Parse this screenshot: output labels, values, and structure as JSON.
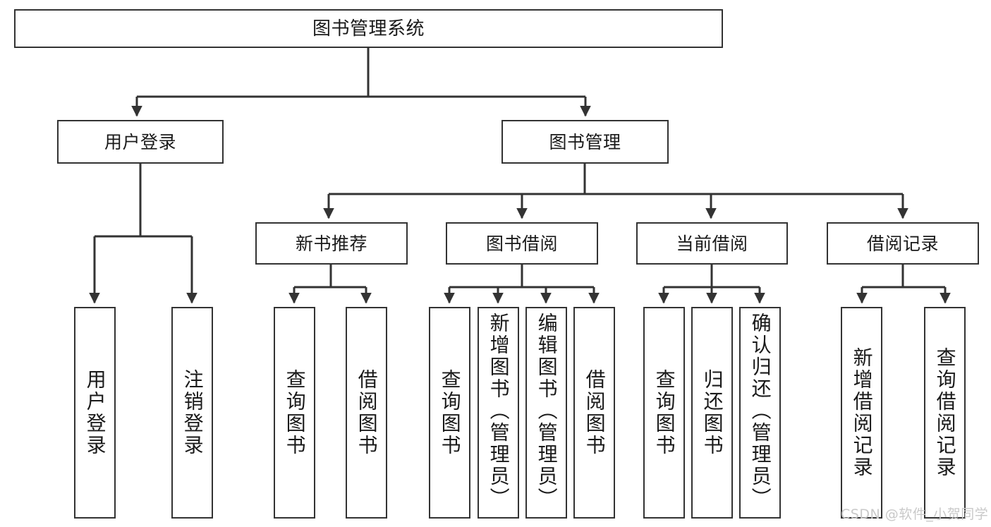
{
  "diagram": {
    "type": "tree",
    "title": "图书管理系统",
    "root": {
      "label": "图书管理系统"
    },
    "level2": [
      {
        "label": "用户登录"
      },
      {
        "label": "图书管理"
      }
    ],
    "level3": [
      {
        "label": "新书推荐"
      },
      {
        "label": "图书借阅"
      },
      {
        "label": "当前借阅"
      },
      {
        "label": "借阅记录"
      }
    ],
    "leaves": {
      "user_login": [
        {
          "label": "用户登录"
        },
        {
          "label": "注销登录"
        }
      ],
      "new_book_recommend": [
        {
          "label": "查询图书"
        },
        {
          "label": "借阅图书"
        }
      ],
      "book_borrow": [
        {
          "label": "查询图书"
        },
        {
          "label": "新增图书（管理员）"
        },
        {
          "label": "编辑图书（管理员）"
        },
        {
          "label": "借阅图书"
        }
      ],
      "current_borrow": [
        {
          "label": "查询图书"
        },
        {
          "label": "归还图书"
        },
        {
          "label": "确认归还（管理员）"
        }
      ],
      "borrow_record": [
        {
          "label": "新增借阅记录"
        },
        {
          "label": "查询借阅记录"
        }
      ]
    }
  },
  "watermark": {
    "text": "CSDN @软件_小贺同学"
  },
  "colors": {
    "box_border": "#333333",
    "box_fill": "#ffffff",
    "connector": "#333333",
    "text": "#1a1a1a",
    "watermark": "#c9c9c9"
  }
}
